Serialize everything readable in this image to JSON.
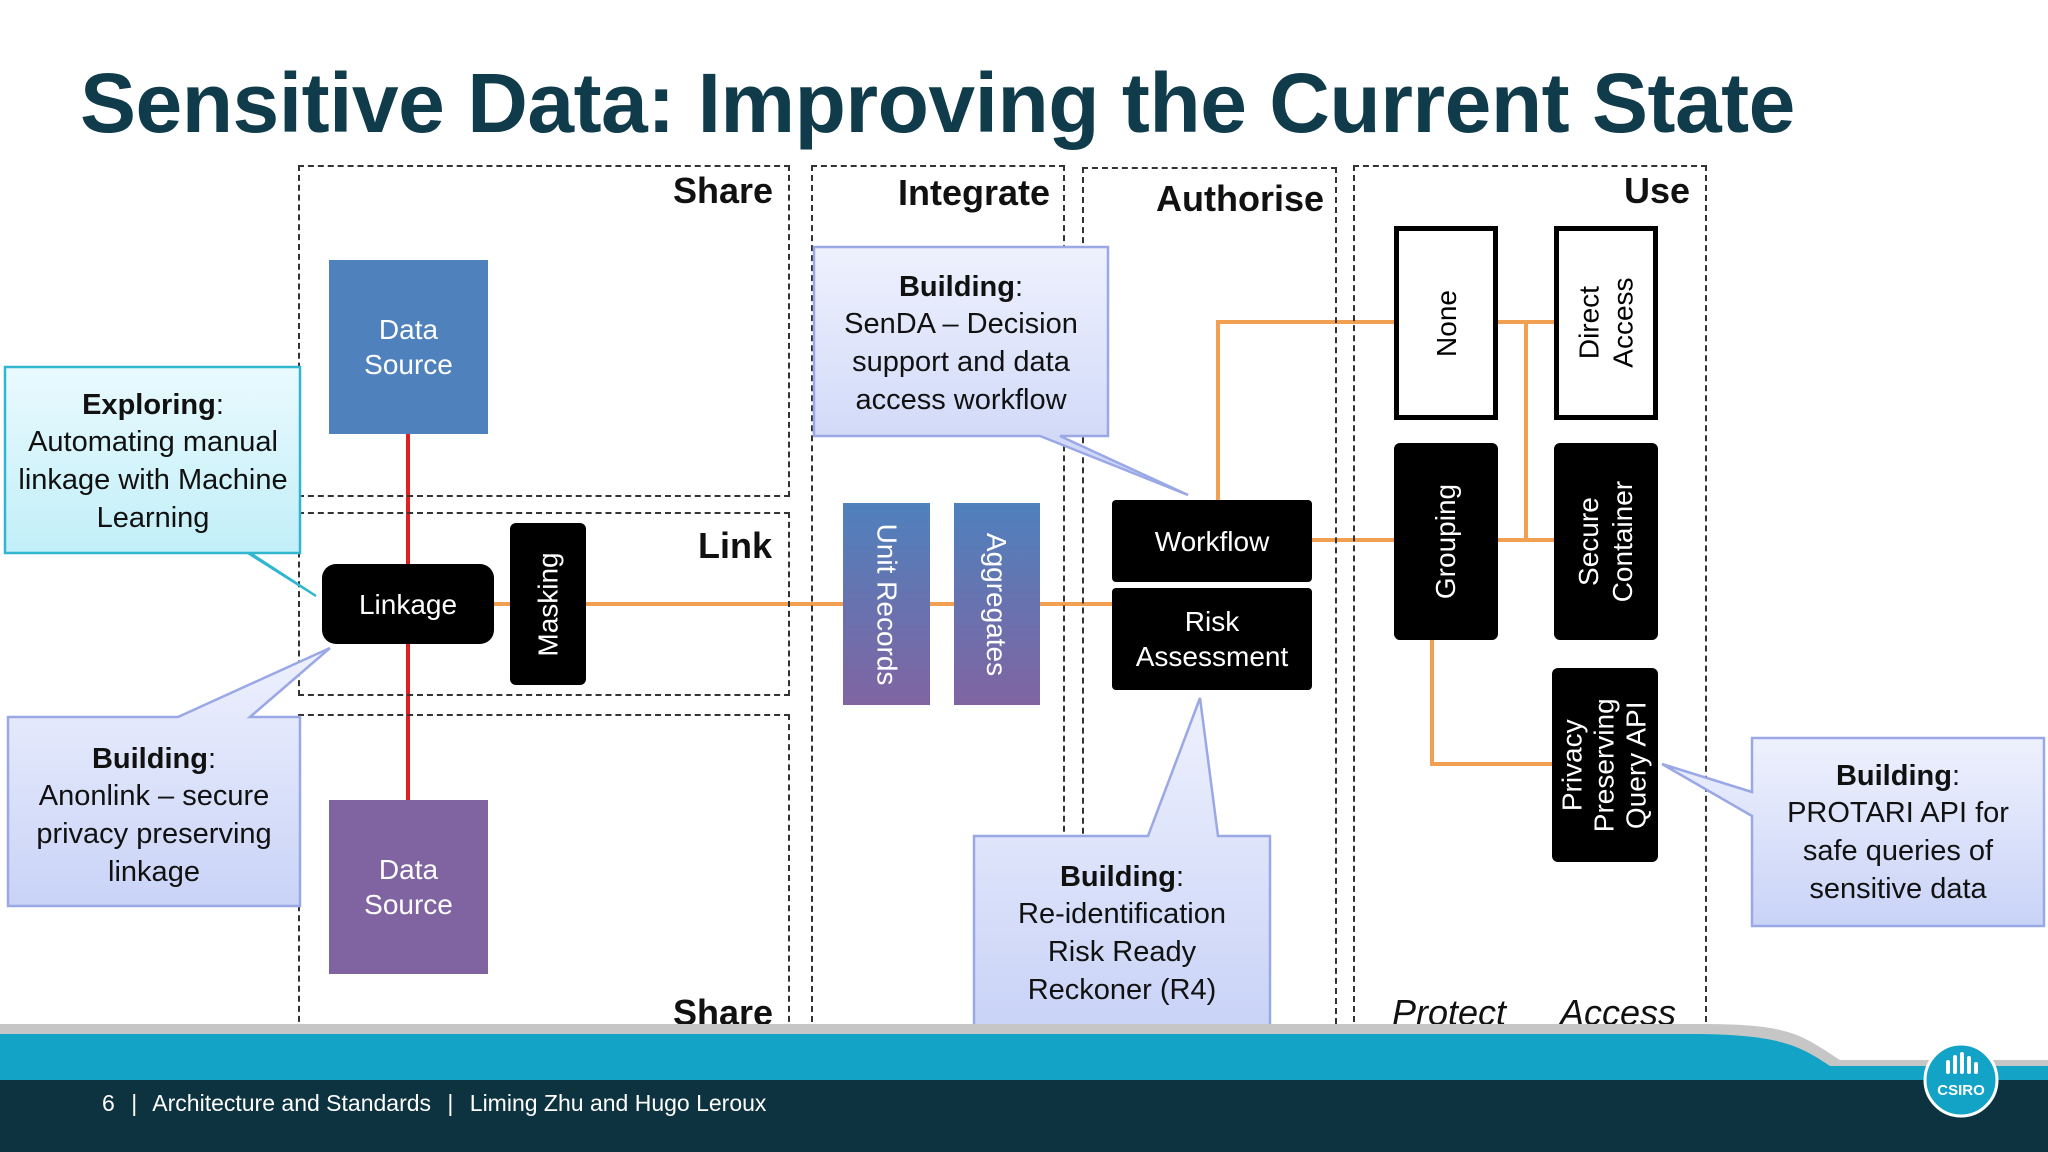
{
  "title": "Sensitive Data: Improving the Current State",
  "zones": {
    "share_top": "Share",
    "link": "Link",
    "share_bottom": "Share",
    "integrate": "Integrate",
    "authorise": "Authorise",
    "use": "Use",
    "protect": "Protect",
    "access": "Access"
  },
  "boxes": {
    "data_source_top": "Data Source",
    "data_source_bottom": "Data Source",
    "linkage": "Linkage",
    "masking": "Masking",
    "unit_records": "Unit Records",
    "aggregates": "Aggregates",
    "workflow": "Workflow",
    "risk_assessment": "Risk Assessment",
    "none": "None",
    "grouping": "Grouping",
    "direct_access": "Direct Access",
    "secure_container": "Secure Container",
    "ppqa": "Privacy Preserving Query API"
  },
  "callouts": {
    "exploring": {
      "head": "Exploring",
      "colon": ":",
      "body": "Automating manual linkage with Machine Learning"
    },
    "anonlink": {
      "head": "Building",
      "colon": ":",
      "body": "Anonlink – secure privacy preserving linkage"
    },
    "senda": {
      "head": "Building",
      "colon": ":",
      "body": "SenDA – Decision support and data access workflow"
    },
    "r4": {
      "head": "Building",
      "colon": ":",
      "body": "Re-identification Risk Ready Reckoner (R4)"
    },
    "protari": {
      "head": "Building",
      "colon": ":",
      "body": "PROTARI API for safe queries of sensitive data"
    }
  },
  "footer": {
    "page": "6",
    "sep": "|",
    "section": "Architecture and Standards",
    "authors": "Liming Zhu and Hugo Leroux",
    "logo": "CSIRO"
  },
  "colors": {
    "title": "#0f3b4a",
    "connector_orange": "#f0a050",
    "connector_red": "#e02020",
    "blue_box": "#4f81bd",
    "purple_box": "#8064a2",
    "callout_blue_fill": "#dde4fb",
    "callout_cyan_fill": "#d6f4fb",
    "footer_dark": "#0e3340",
    "footer_band": "#12a3c6"
  }
}
